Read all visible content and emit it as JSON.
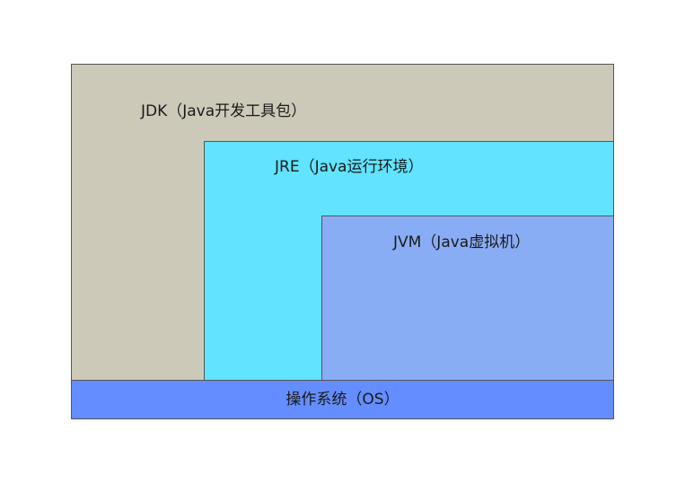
{
  "layers": {
    "jdk": {
      "label": "JDK（Java开发工具包）",
      "color": "#cdc9b9"
    },
    "jre": {
      "label": "JRE（Java运行环境）",
      "color": "#62e3ff"
    },
    "jvm": {
      "label": "JVM（Java虚拟机）",
      "color": "#89adf5"
    },
    "os": {
      "label": "操作系统（OS）",
      "color": "#648eff"
    }
  }
}
